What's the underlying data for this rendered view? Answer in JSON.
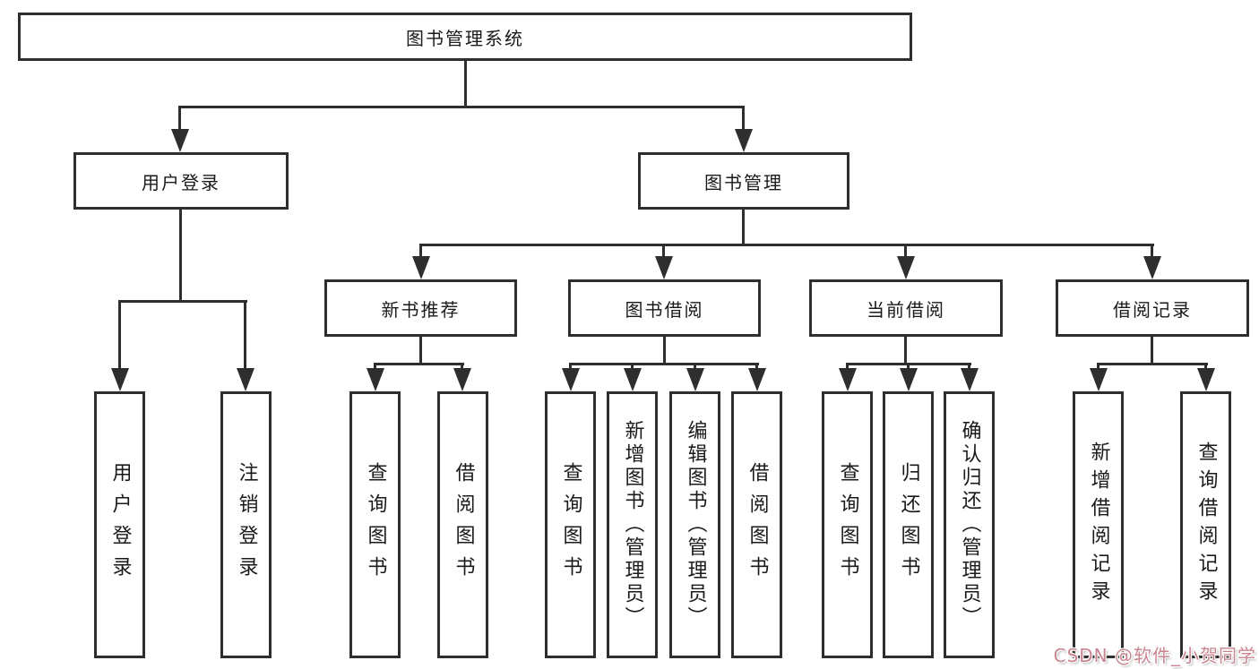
{
  "diagram_title": "图书管理系统",
  "tree": {
    "label": "图书管理系统",
    "children": [
      {
        "label": "用户登录",
        "children": [
          {
            "label": "用户登录"
          },
          {
            "label": "注销登录"
          }
        ]
      },
      {
        "label": "图书管理",
        "children": [
          {
            "label": "新书推荐",
            "children": [
              {
                "label": "查询图书"
              },
              {
                "label": "借阅图书"
              }
            ]
          },
          {
            "label": "图书借阅",
            "children": [
              {
                "label": "查询图书"
              },
              {
                "label": "新增图书（管理员）"
              },
              {
                "label": "编辑图书（管理员）"
              },
              {
                "label": "借阅图书"
              }
            ]
          },
          {
            "label": "当前借阅",
            "children": [
              {
                "label": "查询图书"
              },
              {
                "label": "归还图书"
              },
              {
                "label": "确认归还（管理员）"
              }
            ]
          },
          {
            "label": "借阅记录",
            "children": [
              {
                "label": "新增借阅记录"
              },
              {
                "label": "查询借阅记录"
              }
            ]
          }
        ]
      }
    ]
  },
  "watermark": {
    "text": "CSDN @软件_小贺同学"
  },
  "colors": {
    "background": "#ffffff",
    "line": "#2e2e2e",
    "text": "#1a1a1a",
    "watermark": "#c9858f"
  }
}
